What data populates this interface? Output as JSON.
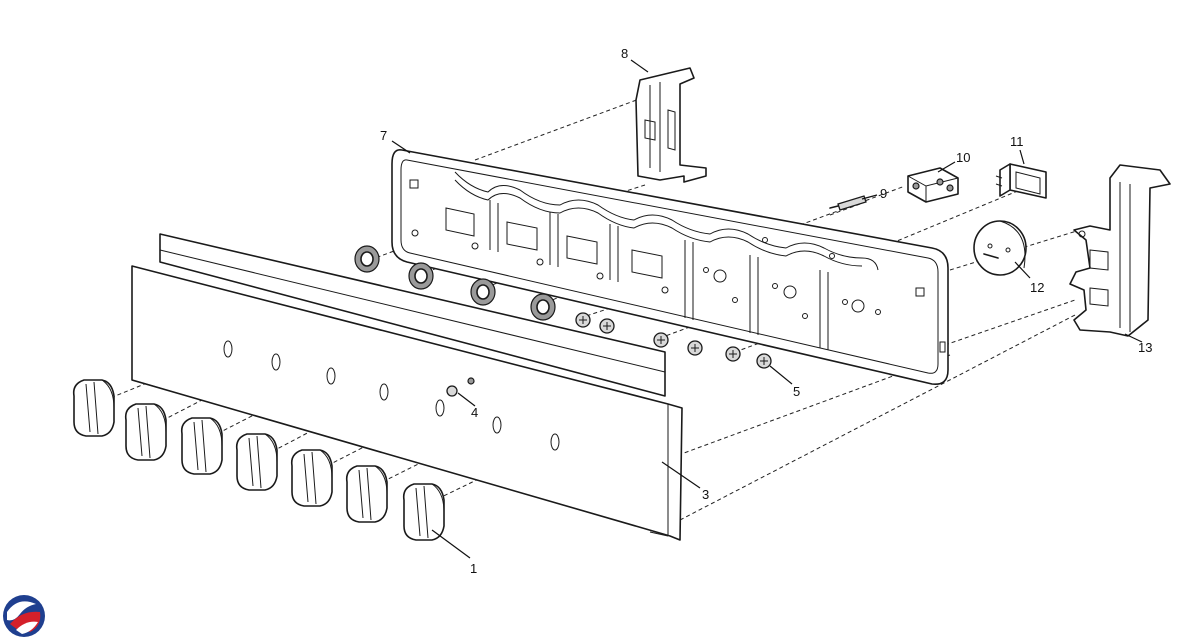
{
  "diagram": {
    "callouts": [
      {
        "id": "knob",
        "label": "1"
      },
      {
        "id": "front-panel",
        "label": "3"
      },
      {
        "id": "small-screw",
        "label": "4"
      },
      {
        "id": "screws",
        "label": "5"
      },
      {
        "id": "rear-panel",
        "label": "7"
      },
      {
        "id": "left-bracket",
        "label": "8"
      },
      {
        "id": "igniter-pin",
        "label": "9"
      },
      {
        "id": "terminal-block",
        "label": "10"
      },
      {
        "id": "switch",
        "label": "11"
      },
      {
        "id": "timer-knob",
        "label": "12"
      },
      {
        "id": "right-bracket",
        "label": "13"
      }
    ]
  },
  "logo": {
    "icon": "brand-swirl-icon",
    "colors": {
      "blue": "#1f3f8f",
      "red": "#d4202a"
    }
  }
}
